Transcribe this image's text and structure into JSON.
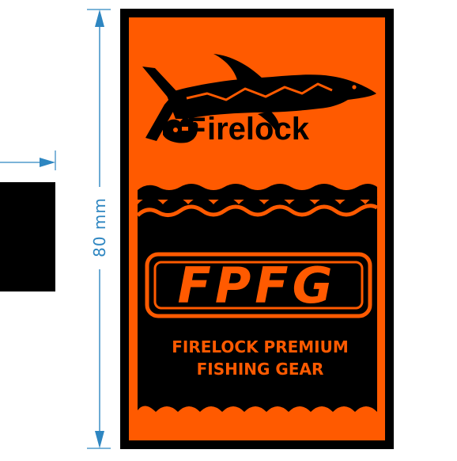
{
  "dimension": {
    "label": "80 mm"
  },
  "brand": {
    "name": "Firelock",
    "first_letter": "F",
    "rest": "irelock"
  },
  "monogram": {
    "text": "FPFG"
  },
  "tagline": {
    "line1": "FIRELOCK PREMIUM",
    "line2": "FISHING GEAR"
  },
  "colors": {
    "accent": "#ff5a00",
    "ink": "#000000",
    "dimension": "#2e86c1"
  },
  "icons": [
    "shark-icon",
    "dimension-arrow-icon",
    "wave-pattern"
  ]
}
